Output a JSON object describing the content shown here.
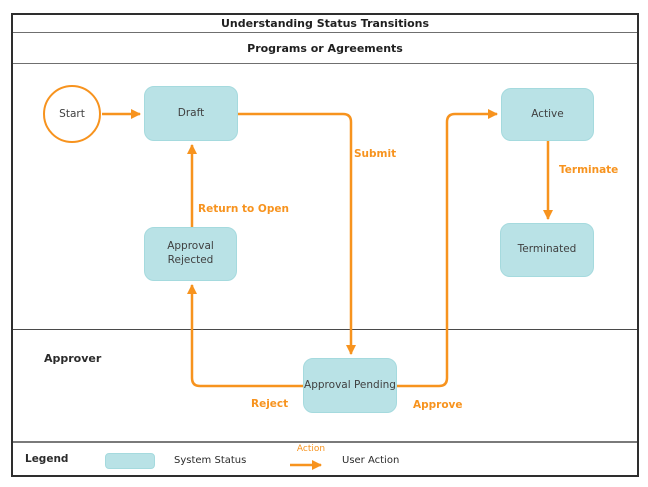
{
  "title": "Understanding Status Transitions",
  "lanes": {
    "programs": {
      "label": "Programs or Agreements"
    },
    "approver": {
      "label": "Approver"
    }
  },
  "nodes": {
    "start": {
      "label": "Start",
      "type": "start"
    },
    "draft": {
      "label": "Draft",
      "type": "system-status"
    },
    "active": {
      "label": "Active",
      "type": "system-status"
    },
    "terminated": {
      "label": "Terminated",
      "type": "system-status"
    },
    "approval_rejected": {
      "label": "Approval Rejected",
      "type": "system-status"
    },
    "approval_pending": {
      "label": "Approval Pending",
      "type": "system-status"
    }
  },
  "transitions": {
    "start_to_draft": {
      "from": "Start",
      "to": "Draft"
    },
    "submit": {
      "label": "Submit",
      "from": "Draft",
      "to": "Approval Pending"
    },
    "return_to_open": {
      "label": "Return to Open",
      "from": "Approval Rejected",
      "to": "Draft"
    },
    "reject": {
      "label": "Reject",
      "from": "Approval Pending",
      "to": "Approval Rejected"
    },
    "approve": {
      "label": "Approve",
      "from": "Approval Pending",
      "to": "Active"
    },
    "terminate": {
      "label": "Terminate",
      "from": "Active",
      "to": "Terminated"
    }
  },
  "legend": {
    "title": "Legend",
    "system_status_label": "System Status",
    "action_label": "Action",
    "user_action_label": "User Action"
  },
  "colors": {
    "action_orange": "#F7931E",
    "status_fill": "#B9E2E6",
    "status_border": "#A5DADE",
    "text_dark": "#3F3F3F",
    "frame_border": "#2E2E2E"
  }
}
